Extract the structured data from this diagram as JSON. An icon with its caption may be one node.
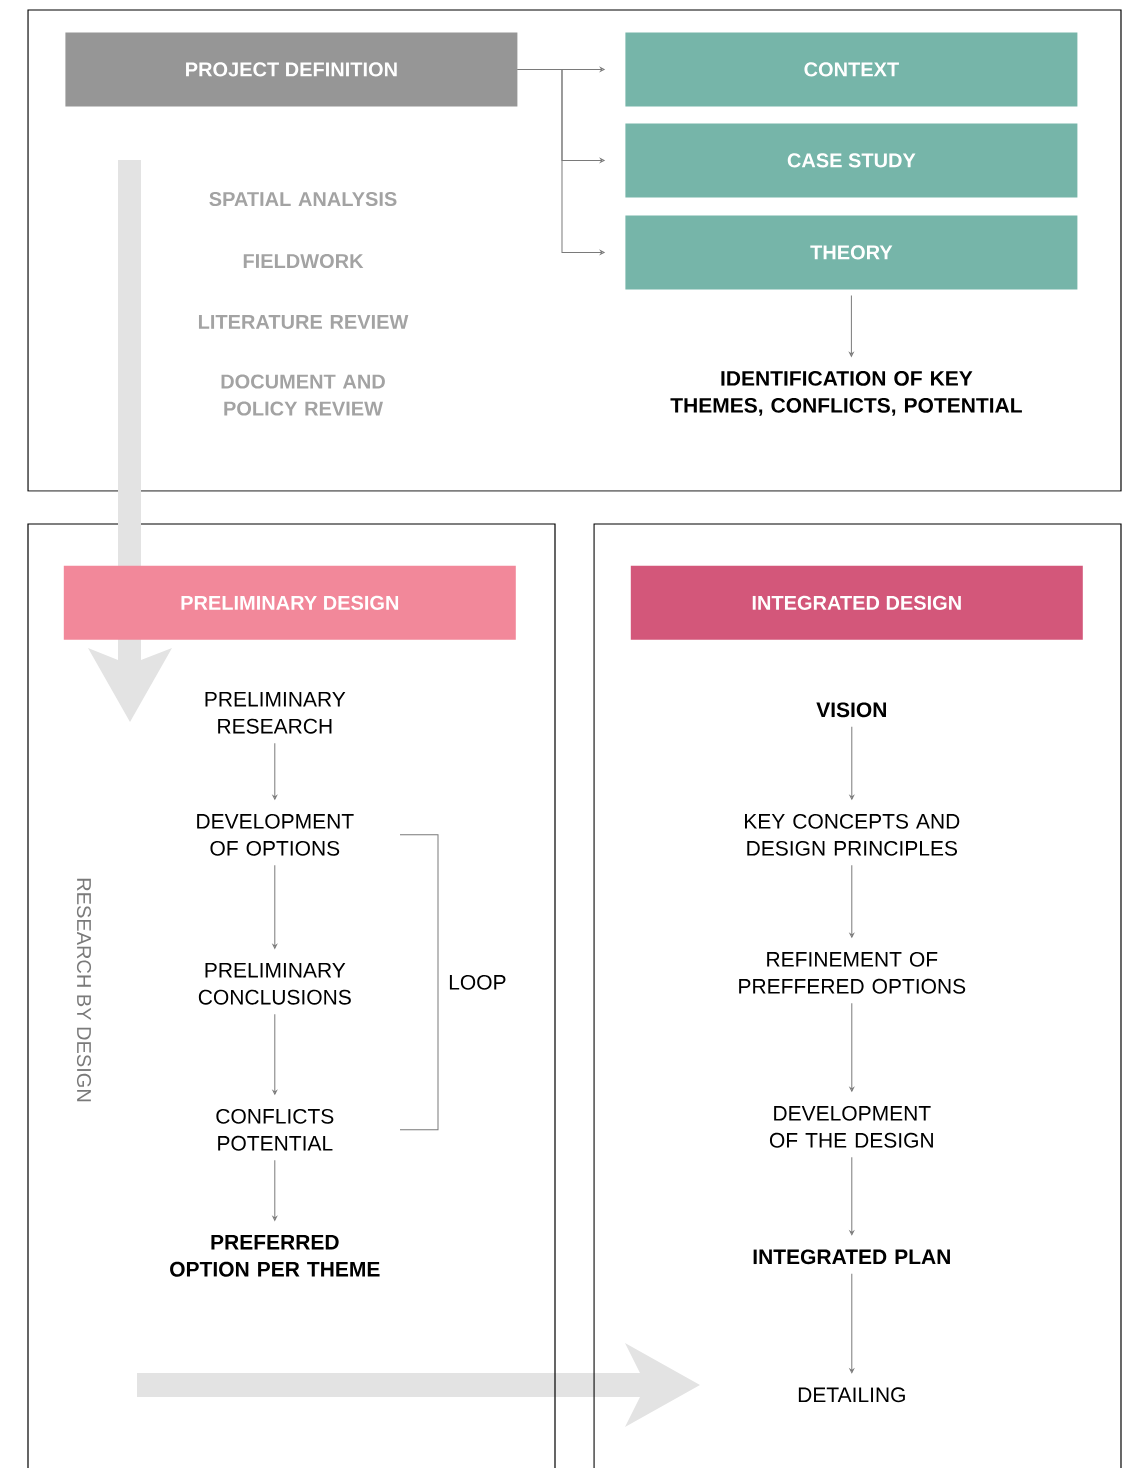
{
  "diagram": {
    "nodes": [
      {
        "text": [],
        "shape": "box"
      },
      {
        "text": [
          "PROJECT DEFINITION"
        ],
        "in": 0
      },
      {
        "text": [
          "CONTEXT"
        ],
        "in": 0
      },
      {
        "text": [
          "CASE STUDY"
        ],
        "in": 0
      },
      {
        "text": [
          "THEORY"
        ],
        "in": 0
      },
      {
        "text": [
          "IDENTIFICATION OF KEY THEMES, CONFLICTS, POTENTIAL"
        ],
        "in": 0
      },
      {
        "text": [],
        "shape": "box"
      },
      {
        "text": [
          "PRELIMINARY DESIGN"
        ],
        "in": 6
      },
      {
        "text": [
          "PRELIMINARY RESEARCH"
        ],
        "in": 6
      },
      {
        "text": [
          "DEVELOPMENT OF OPTIONS"
        ],
        "in": 6
      },
      {
        "text": [
          "PRELIMINARY CONCLUSIONS"
        ],
        "in": 6
      },
      {
        "text": [
          "CONFLICTS POTENTIAL"
        ],
        "in": 6
      },
      {
        "text": [
          "PREFERRED OPTION PER THEME"
        ],
        "in": 6
      },
      {
        "text": [],
        "shape": "box"
      },
      {
        "text": [
          "INTEGRATED DESIGN"
        ],
        "in": 13
      },
      {
        "text": [
          "VISION"
        ],
        "in": 13
      },
      {
        "text": [
          "KEY CONCEPTS AND DESIGN PRINCIPLES"
        ],
        "in": 13
      },
      {
        "text": [
          "REFINEMENT OF PREFFERED OPTIONS"
        ],
        "in": 13
      },
      {
        "text": [
          "DEVELOPMENT OF THE DESIGN"
        ],
        "in": 13
      },
      {
        "text": [
          "INTEGRATED PLAN"
        ],
        "in": 13
      },
      {
        "text": [
          "DETAILING"
        ],
        "in": 13
      }
    ],
    "edges": [
      {
        "from": 1,
        "to": 2,
        "arrow": "to"
      },
      {
        "from": 1,
        "to": 3,
        "arrow": "to"
      },
      {
        "from": 1,
        "to": 4,
        "arrow": "to"
      },
      {
        "from": 4,
        "to": 5,
        "arrow": "to"
      },
      {
        "from": 8,
        "to": 9,
        "arrow": "to"
      },
      {
        "from": 9,
        "to": 10,
        "arrow": "to"
      },
      {
        "from": 10,
        "to": 11,
        "arrow": "to"
      },
      {
        "from": 11,
        "to": 12,
        "arrow": "to"
      },
      {
        "from": 11,
        "to": 9,
        "arrow": "none",
        "label": "LOOP"
      },
      {
        "from": 15,
        "to": 16,
        "arrow": "to"
      },
      {
        "from": 16,
        "to": 17,
        "arrow": "to"
      },
      {
        "from": 17,
        "to": 18,
        "arrow": "to"
      },
      {
        "from": 18,
        "to": 19,
        "arrow": "to"
      },
      {
        "from": 19,
        "to": 20,
        "arrow": "to"
      }
    ],
    "labels": [
      "SPATIAL ANALYSIS",
      "FIELDWORK",
      "LITERATURE REVIEW",
      "DOCUMENT AND POLICY REVIEW",
      "RESEARCH BY DESIGN"
    ]
  }
}
